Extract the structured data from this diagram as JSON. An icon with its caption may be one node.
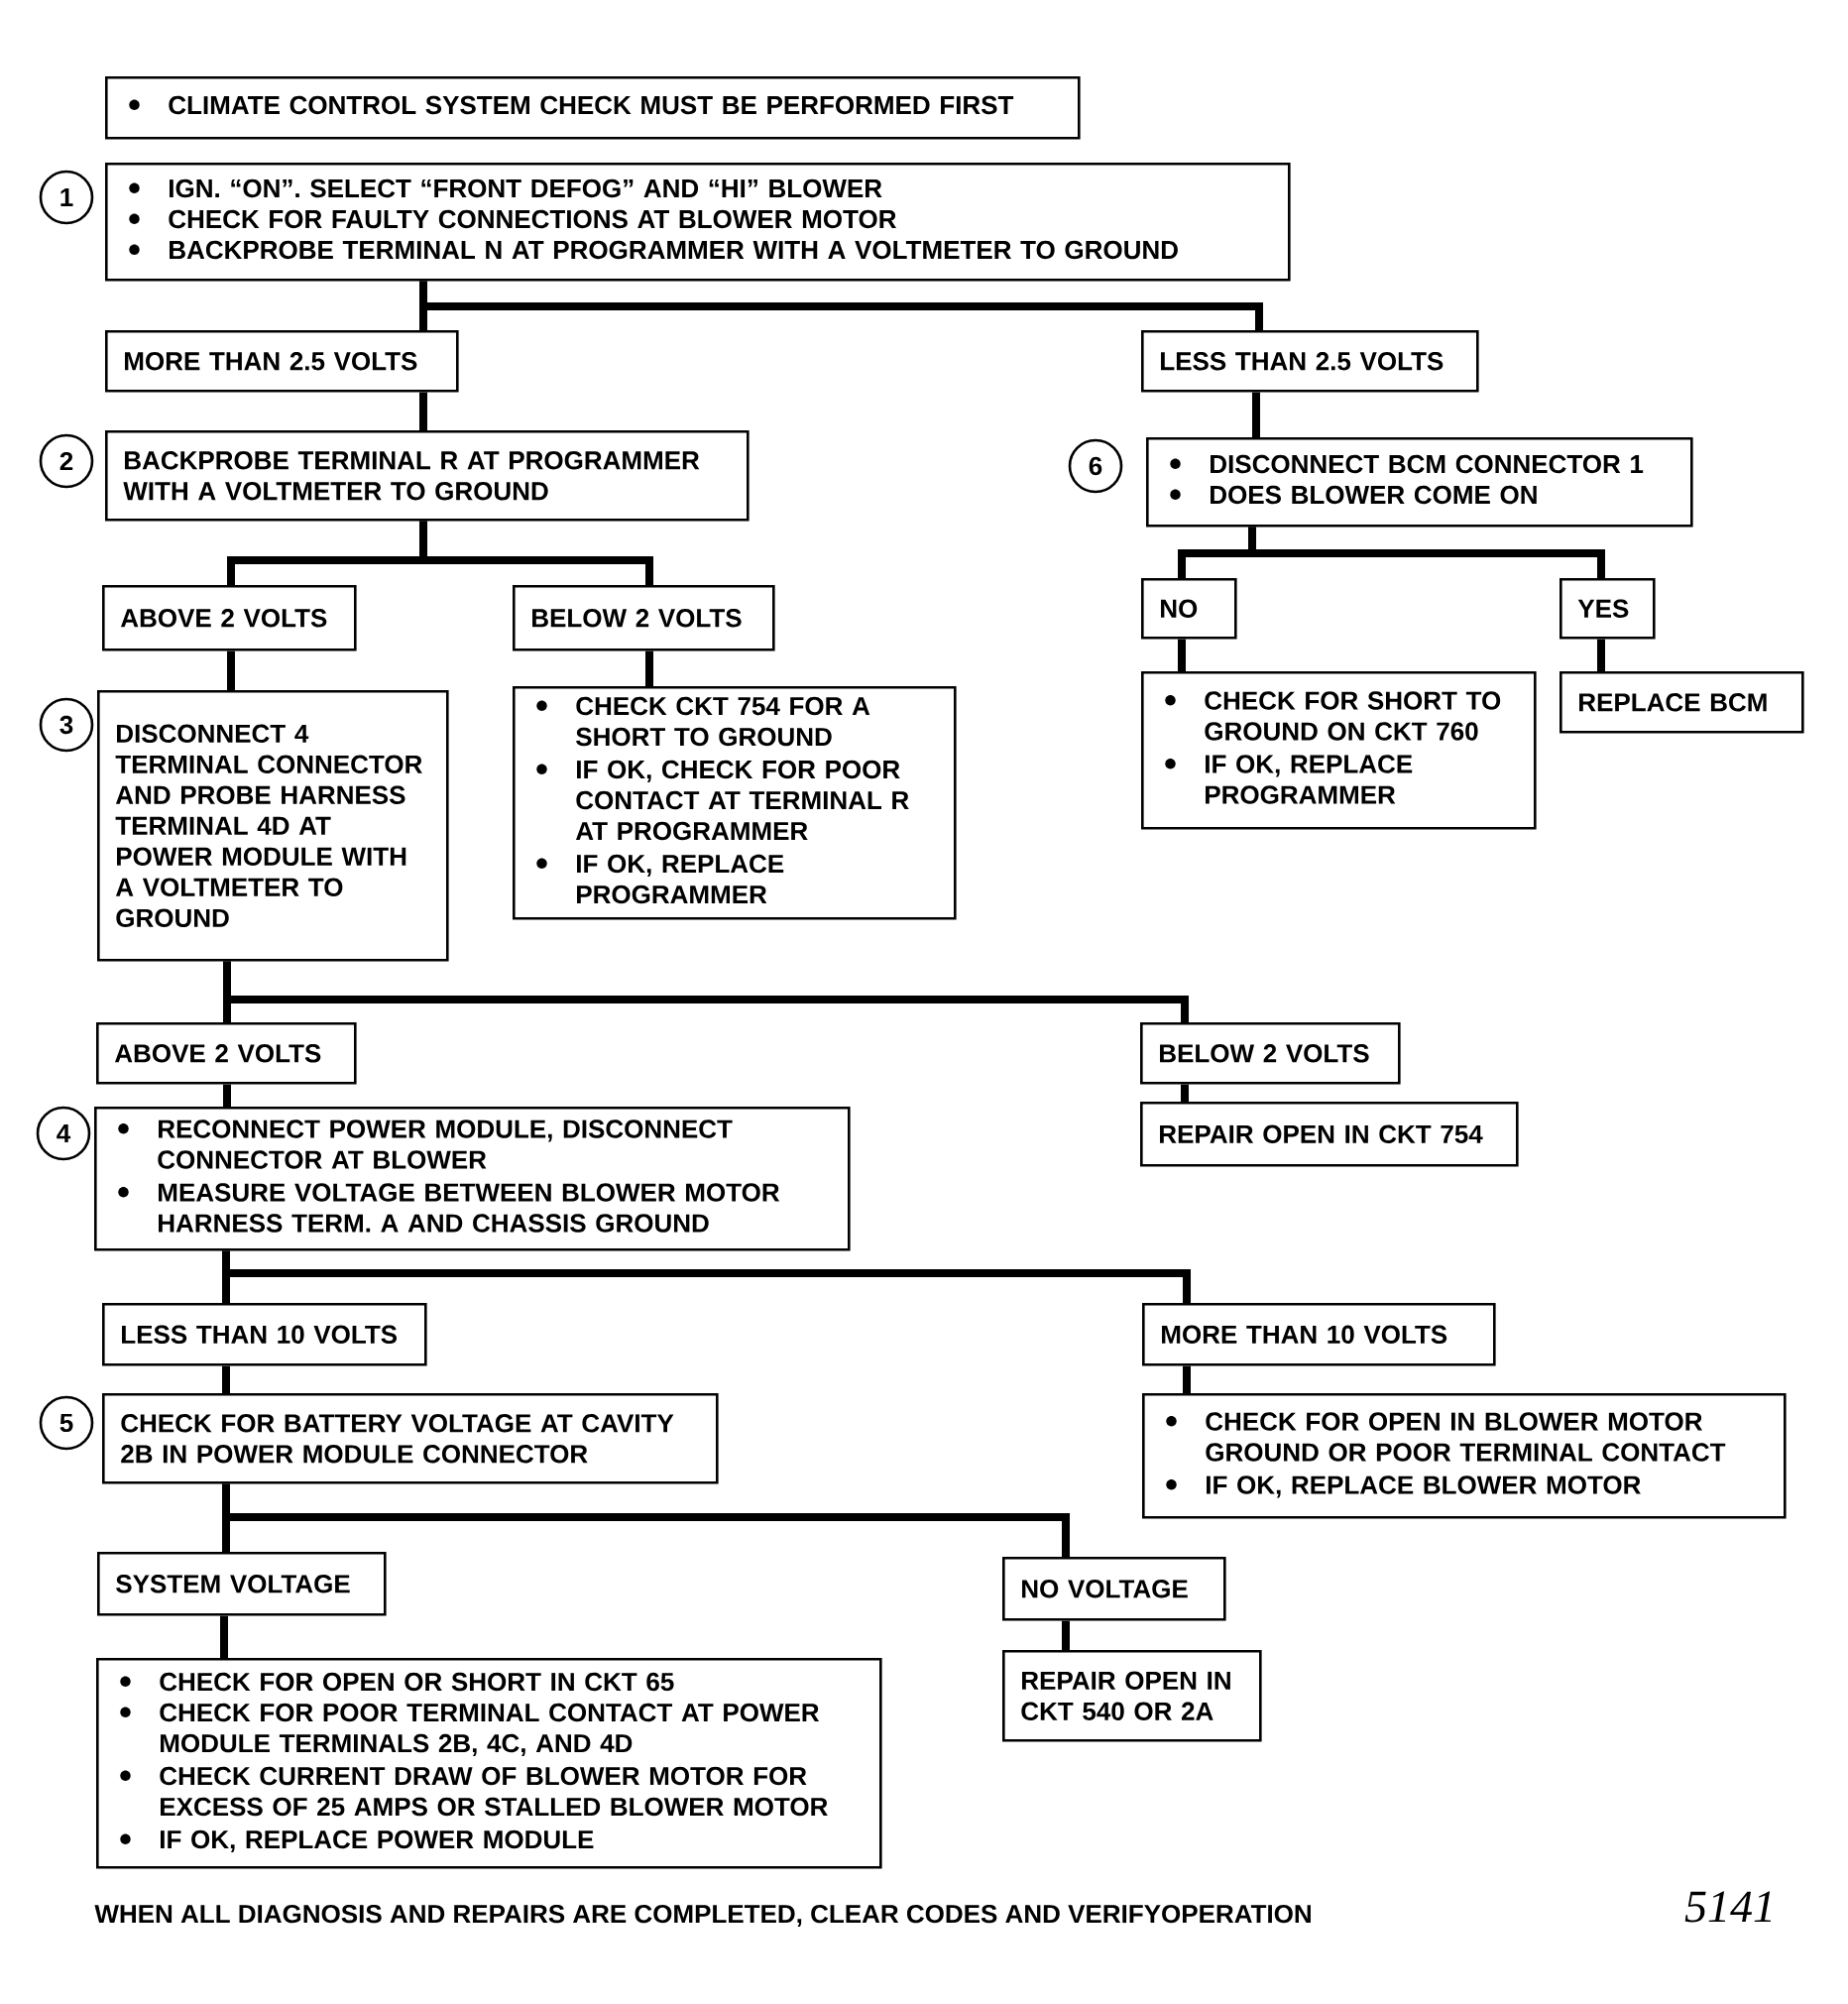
{
  "diagram": {
    "nodes": [
      {
        "text": [
          "CLIMATE CONTROL SYSTEM CHECK MUST BE PERFORMED FIRST"
        ]
      },
      {
        "text": [
          "IGN. “ON”. SELECT “FRONT DEFOG” AND “HI” BLOWER",
          "CHECK FOR FAULTY CONNECTIONS AT BLOWER MOTOR",
          "BACKPROBE TERMINAL N AT PROGRAMMER WITH A VOLTMETER TO GROUND"
        ],
        "beside": [
          "1"
        ]
      },
      {
        "text": [
          "MORE THAN 2.5 VOLTS"
        ]
      },
      {
        "text": [
          "LESS THAN 2.5 VOLTS"
        ]
      },
      {
        "text": [
          "BACKPROBE TERMINAL R AT PROGRAMMER WITH A VOLTMETER TO GROUND"
        ],
        "beside": [
          "2"
        ]
      },
      {
        "text": [
          "DISCONNECT BCM CONNECTOR 1",
          "DOES BLOWER COME ON"
        ],
        "beside": [
          "6"
        ]
      },
      {
        "text": [
          "ABOVE 2 VOLTS"
        ]
      },
      {
        "text": [
          "BELOW 2 VOLTS"
        ]
      },
      {
        "text": [
          "NO"
        ]
      },
      {
        "text": [
          "YES"
        ]
      },
      {
        "text": [
          "DISCONNECT 4 TERMINAL CONNECTOR AND PROBE HARNESS TERMINAL 4D AT POWER MODULE WITH A VOLTMETER TO GROUND"
        ],
        "beside": [
          "3"
        ]
      },
      {
        "text": [
          "CHECK CKT 754 FOR A SHORT TO GROUND",
          "IF OK, CHECK FOR POOR CONTACT AT TERMINAL R AT PROGRAMMER",
          "IF OK, REPLACE PROGRAMMER"
        ]
      },
      {
        "text": [
          "CHECK FOR SHORT TO GROUND ON CKT 760",
          "IF OK, REPLACE PROGRAMMER"
        ]
      },
      {
        "text": [
          "REPLACE BCM"
        ]
      },
      {
        "text": [
          "ABOVE 2 VOLTS"
        ]
      },
      {
        "text": [
          "BELOW 2 VOLTS"
        ]
      },
      {
        "text": [
          "RECONNECT POWER MODULE, DISCONNECT CONNECTOR AT BLOWER",
          "MEASURE VOLTAGE BETWEEN BLOWER MOTOR HARNESS TERM. A AND CHASSIS GROUND"
        ],
        "beside": [
          "4"
        ]
      },
      {
        "text": [
          "REPAIR OPEN IN CKT 754"
        ]
      },
      {
        "text": [
          "LESS THAN 10 VOLTS"
        ]
      },
      {
        "text": [
          "MORE THAN 10 VOLTS"
        ]
      },
      {
        "text": [
          "CHECK FOR BATTERY VOLTAGE AT CAVITY 2B IN POWER MODULE CONNECTOR"
        ],
        "beside": [
          "5"
        ]
      },
      {
        "text": [
          "CHECK FOR OPEN IN BLOWER MOTOR GROUND OR POOR TERMINAL CONTACT",
          "IF OK, REPLACE BLOWER MOTOR"
        ]
      },
      {
        "text": [
          "SYSTEM VOLTAGE"
        ]
      },
      {
        "text": [
          "NO VOLTAGE"
        ]
      },
      {
        "text": [
          "CHECK FOR OPEN OR SHORT IN CKT 65",
          "CHECK FOR POOR TERMINAL CONTACT AT POWER MODULE TERMINALS 2B, 4C, AND 4D",
          "CHECK CURRENT DRAW OF BLOWER MOTOR FOR EXCESS OF 25 AMPS OR STALLED BLOWER MOTOR",
          "IF OK, REPLACE POWER MODULE"
        ]
      },
      {
        "text": [
          "REPAIR OPEN IN CKT 540 OR 2A"
        ]
      }
    ],
    "edges": [
      {
        "from": 1,
        "to": 2,
        "arrow": "none"
      },
      {
        "from": 1,
        "to": 3,
        "arrow": "none"
      },
      {
        "from": 2,
        "to": 4,
        "arrow": "none"
      },
      {
        "from": 3,
        "to": 5,
        "arrow": "none"
      },
      {
        "from": 4,
        "to": 6,
        "arrow": "none"
      },
      {
        "from": 4,
        "to": 7,
        "arrow": "none"
      },
      {
        "from": 5,
        "to": 8,
        "arrow": "none"
      },
      {
        "from": 5,
        "to": 9,
        "arrow": "none"
      },
      {
        "from": 6,
        "to": 10,
        "arrow": "none"
      },
      {
        "from": 7,
        "to": 11,
        "arrow": "none"
      },
      {
        "from": 8,
        "to": 12,
        "arrow": "none"
      },
      {
        "from": 9,
        "to": 13,
        "arrow": "none"
      },
      {
        "from": 10,
        "to": 14,
        "arrow": "none"
      },
      {
        "from": 10,
        "to": 15,
        "arrow": "none"
      },
      {
        "from": 14,
        "to": 16,
        "arrow": "none"
      },
      {
        "from": 15,
        "to": 17,
        "arrow": "none"
      },
      {
        "from": 16,
        "to": 18,
        "arrow": "none"
      },
      {
        "from": 16,
        "to": 19,
        "arrow": "none"
      },
      {
        "from": 18,
        "to": 20,
        "arrow": "none"
      },
      {
        "from": 19,
        "to": 21,
        "arrow": "none"
      },
      {
        "from": 20,
        "to": 22,
        "arrow": "none"
      },
      {
        "from": 20,
        "to": 23,
        "arrow": "none"
      },
      {
        "from": 22,
        "to": 24,
        "arrow": "none"
      },
      {
        "from": 23,
        "to": 25,
        "arrow": "none"
      }
    ],
    "labels": [
      "WHEN ALL DIAGNOSIS AND REPAIRS ARE COMPLETED, CLEAR CODES AND VERIFYOPERATION",
      "5141"
    ]
  }
}
